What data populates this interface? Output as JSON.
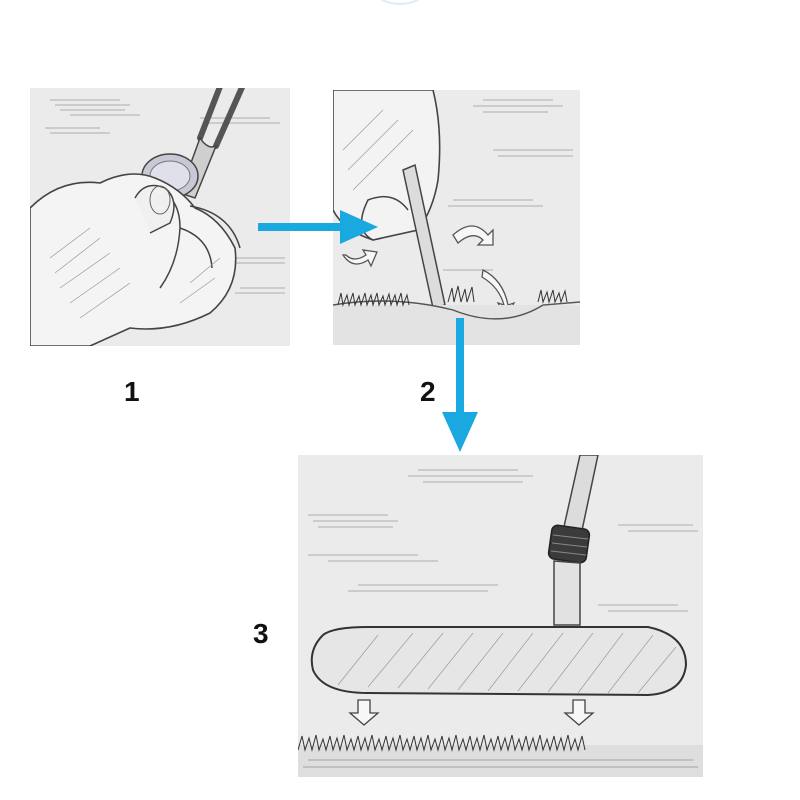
{
  "steps": [
    {
      "number": "1"
    },
    {
      "number": "2"
    },
    {
      "number": "3"
    }
  ],
  "colors": {
    "arrow": "#1aa8e0",
    "panel_bg": "#ebebeb",
    "ink": "#333333"
  },
  "icons": [
    "hand-holding-tool-icon",
    "grass-icon",
    "rotate-arrow-icon",
    "putter-icon",
    "down-arrow-icon"
  ]
}
